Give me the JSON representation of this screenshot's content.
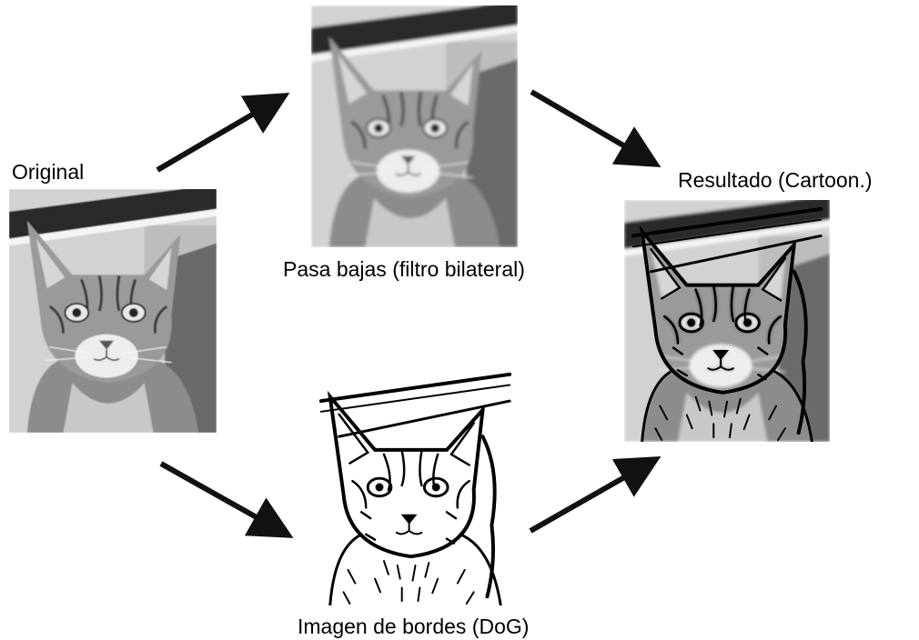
{
  "nodes": {
    "original": {
      "label": "Original"
    },
    "lowpass": {
      "label": "Pasa bajas (filtro bilateral)"
    },
    "edges": {
      "label": "Imagen de bordes (DoG)"
    },
    "result": {
      "label": "Resultado (Cartoon.)"
    }
  },
  "edges": [
    {
      "from": "original",
      "to": "lowpass"
    },
    {
      "from": "original",
      "to": "edges"
    },
    {
      "from": "lowpass",
      "to": "result"
    },
    {
      "from": "edges",
      "to": "result"
    }
  ],
  "colors": {
    "arrow": "#111111",
    "background": "#ffffff"
  }
}
